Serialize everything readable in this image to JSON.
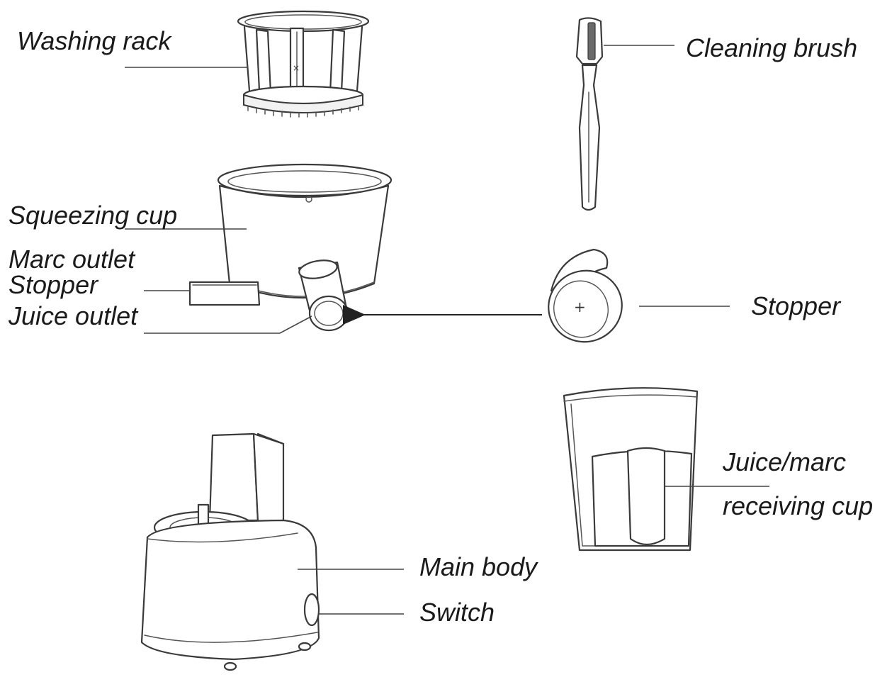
{
  "labels": {
    "washing_rack": "Washing rack",
    "cleaning_brush": "Cleaning brush",
    "squeezing_cup": "Squeezing cup",
    "marc_outlet": "Marc outlet",
    "stopper_left": "Stopper",
    "juice_outlet": "Juice outlet",
    "stopper_right": "Stopper",
    "receiving_cup_line1": "Juice/marc",
    "receiving_cup_line2": "receiving cup",
    "main_body": "Main body",
    "switch": "Switch"
  }
}
